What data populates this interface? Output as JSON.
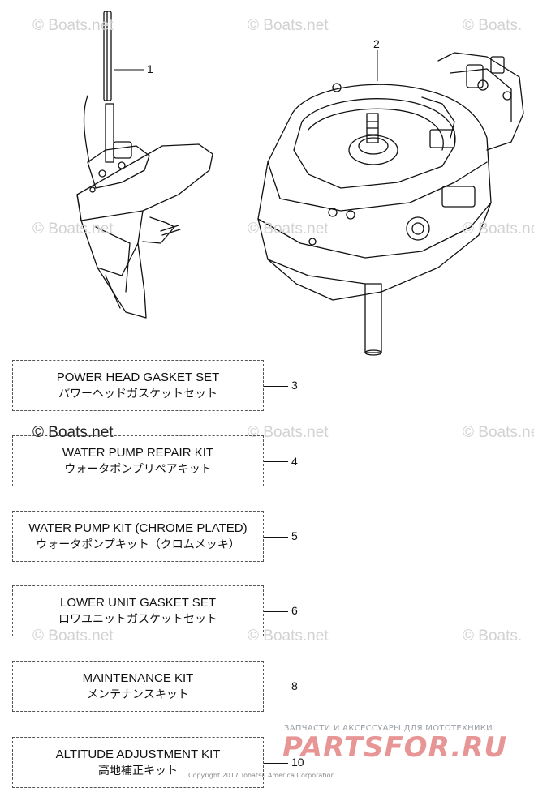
{
  "watermarks": {
    "top_left": "© Boats.net",
    "top_center": "© Boats.net",
    "top_right": "© Boats.",
    "mid_left": "© Boats.net",
    "mid_center": "© Boats.net",
    "mid_right": "© Boats.net",
    "row2_left": "© Boats.net",
    "row2_center": "© Boats.net",
    "row2_right": "© Boats.net",
    "low_left": "© Boats.net",
    "low_center": "© Boats.net",
    "low_right": "© Boats."
  },
  "parts": {
    "p1": "1",
    "p2": "2"
  },
  "kits": [
    {
      "num": "3",
      "en": "POWER HEAD GASKET SET",
      "jp": "パワーヘッドガスケットセット"
    },
    {
      "num": "4",
      "en": "WATER PUMP REPAIR KIT",
      "jp": "ウォータポンプリペアキット"
    },
    {
      "num": "5",
      "en": "WATER PUMP KIT (CHROME PLATED)",
      "jp": "ウォータポンプキット（クロムメッキ）"
    },
    {
      "num": "6",
      "en": "LOWER UNIT GASKET SET",
      "jp": "ロワユニットガスケットセット"
    },
    {
      "num": "8",
      "en": "MAINTENANCE KIT",
      "jp": "メンテナンスキット"
    },
    {
      "num": "10",
      "en": "ALTITUDE ADJUSTMENT KIT",
      "jp": "高地補正キット"
    }
  ],
  "footer": {
    "brand_tagline": "ЗАПЧАСТИ И АКСЕССУАРЫ ДЛЯ МОТОТЕХНИКИ",
    "brand": "PARTSFOR.RU",
    "copyright": "Copyright 2017 Tohatsu America Corporation"
  }
}
